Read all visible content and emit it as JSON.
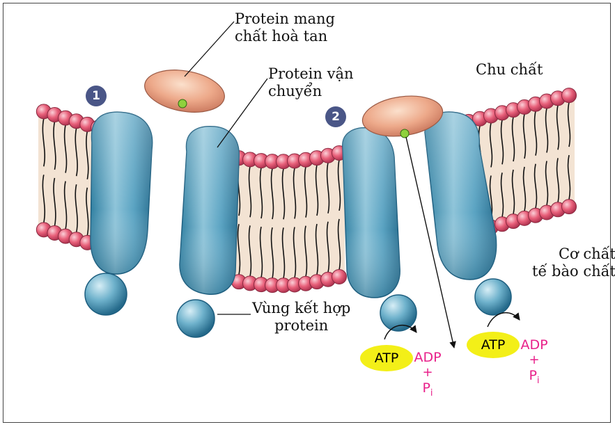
{
  "labels": {
    "carrier_protein": [
      "Protein mang",
      "chất hoà tan"
    ],
    "transport_protein": [
      "Protein vận",
      "chuyển"
    ],
    "substance": "Chu chất",
    "cytoplasm_substrate": [
      "Cơ chất",
      "tế bào chất"
    ],
    "binding_region": [
      "Vùng kết hợp",
      "protein"
    ]
  },
  "markers": {
    "one": "1",
    "two": "2"
  },
  "reactions": [
    {
      "atp": "ATP",
      "adp": "ADP",
      "plus": "+",
      "p": "P",
      "p_sub": "i"
    },
    {
      "atp": "ATP",
      "adp": "ADP",
      "plus": "+",
      "p": "P",
      "p_sub": "i"
    }
  ],
  "colors": {
    "head_pink": "#e8607a",
    "membrane_core": "#f3e3d3",
    "protein_blue": "#4a97b7",
    "atp_yellow": "#f3ef18",
    "adp_magenta": "#e8208a",
    "marker_navy": "#4a5687",
    "green_dot": "#8fd13d"
  }
}
